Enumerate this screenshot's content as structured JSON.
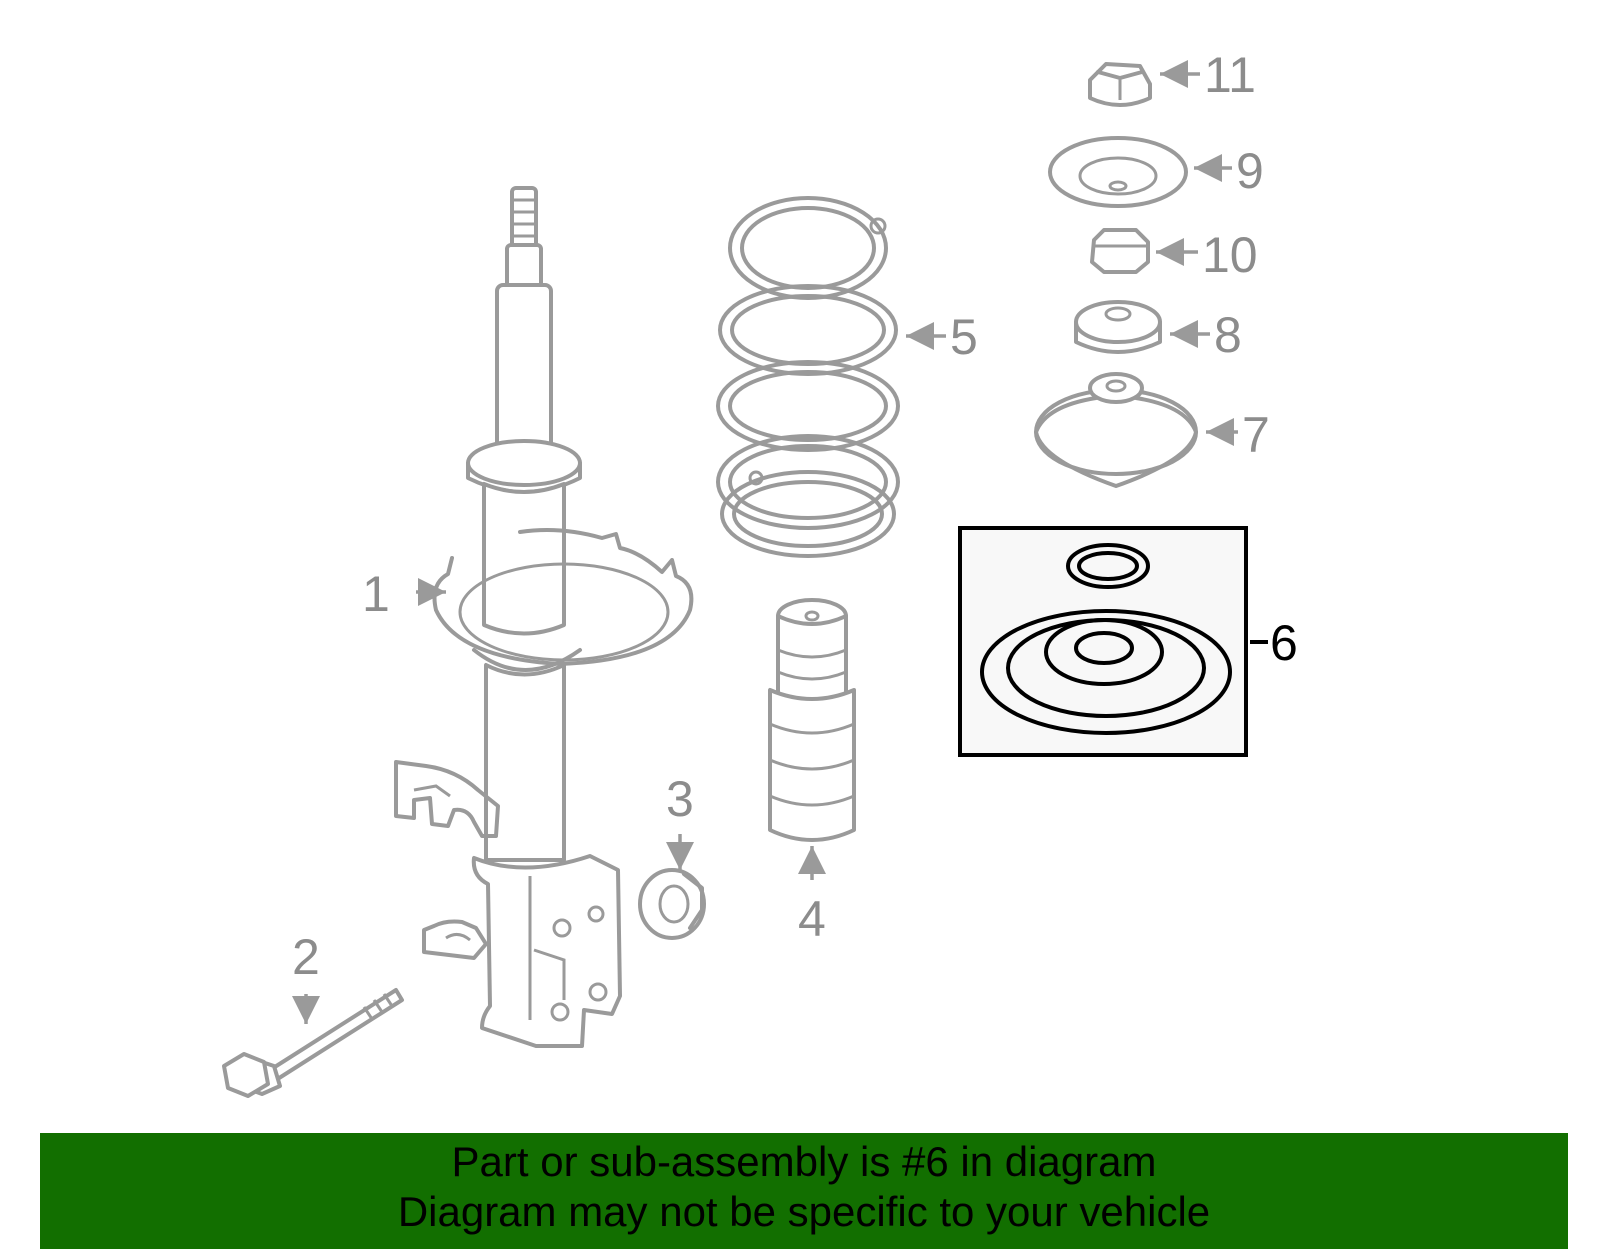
{
  "callouts": {
    "c1": "1",
    "c2": "2",
    "c3": "3",
    "c4": "4",
    "c5": "5",
    "c6": "6",
    "c7": "7",
    "c8": "8",
    "c9": "9",
    "c10": "10",
    "c11": "11"
  },
  "highlighted_part": "6",
  "colors": {
    "part_stroke": "#9a9a9a",
    "highlight_stroke": "#000000",
    "banner_background": "#126f00",
    "highlight_box_fill": "#f8f8f8"
  },
  "banner": {
    "line1": "Part or sub-assembly is #6 in diagram",
    "line2": "Diagram may not be specific to your vehicle"
  }
}
